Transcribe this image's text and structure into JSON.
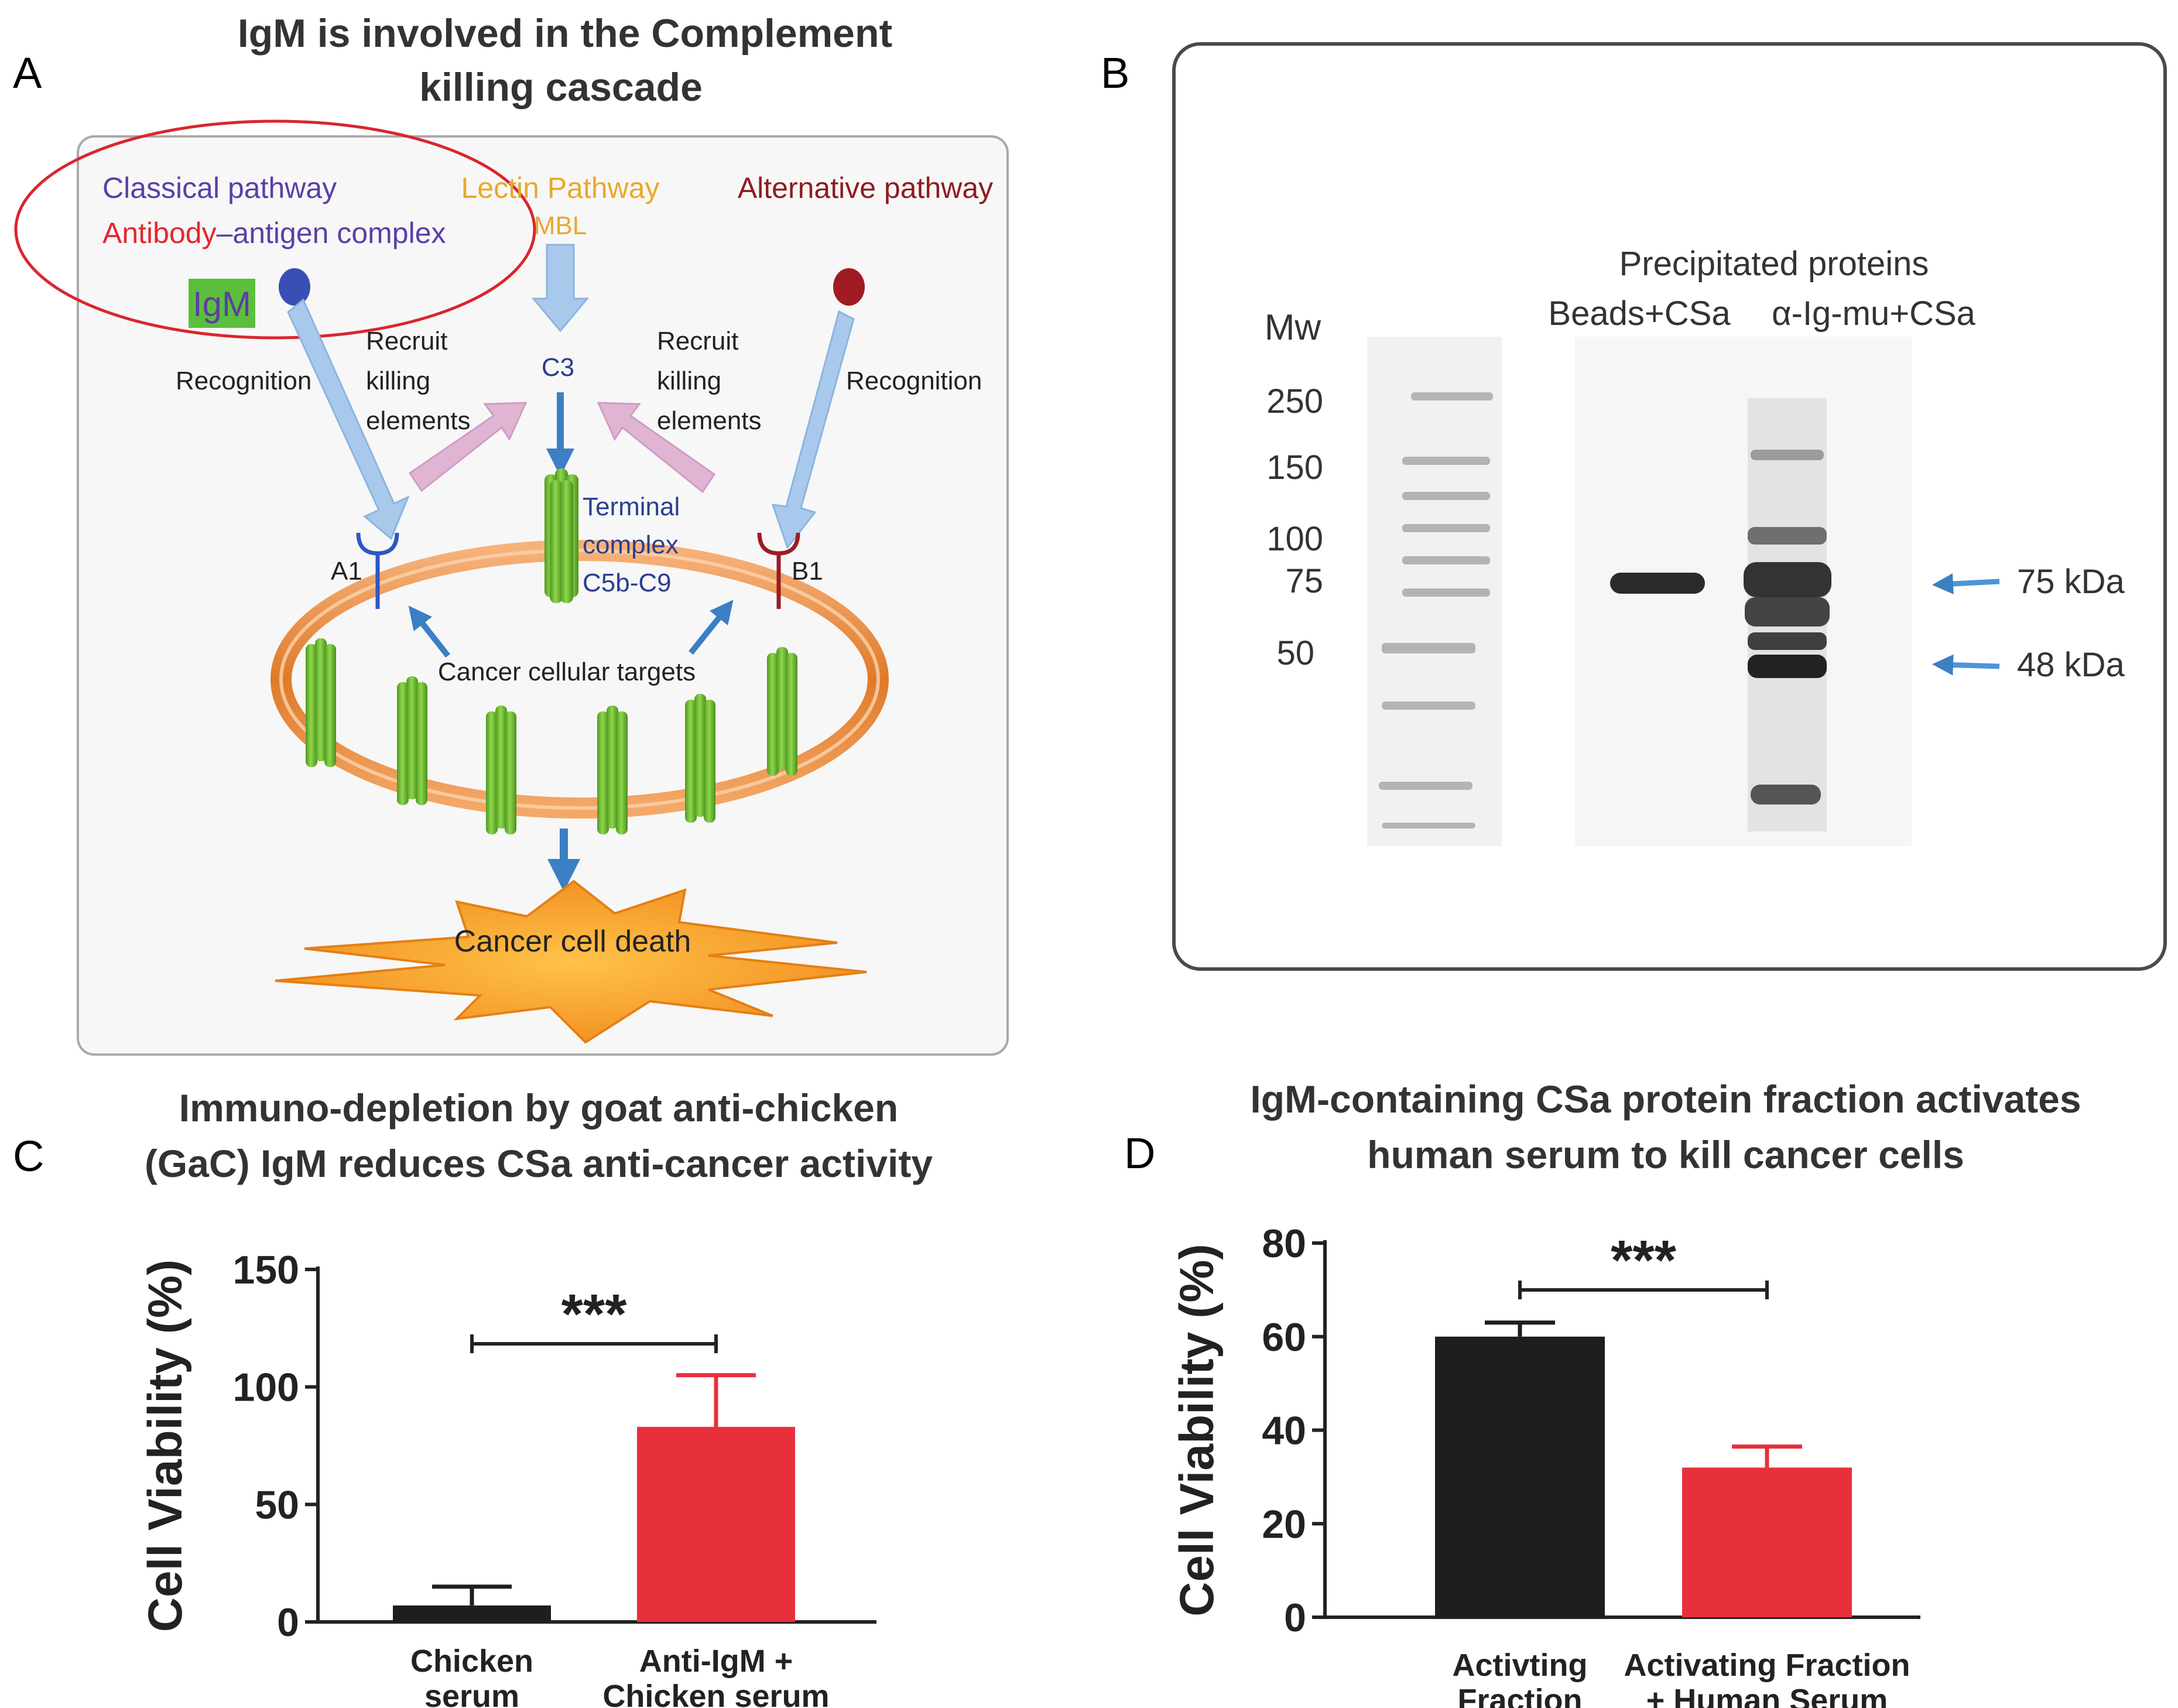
{
  "panels": {
    "A": {
      "letter": "A",
      "title": [
        "IgM is involved in the Complement",
        "killing cascade"
      ],
      "classical": "Classical pathway",
      "antibody": "Antibody",
      "antigen_complex": "–antigen complex",
      "igm": "IgM",
      "lectin": "Lectin Pathway",
      "mbl": "MBL",
      "alternative": "Alternative  pathway",
      "recognition_left": "Recognition",
      "recognition_right": "Recognition",
      "recruit_left": [
        "Recruit",
        "killing",
        "elements"
      ],
      "recruit_right": [
        "Recruit",
        "killing",
        "elements"
      ],
      "c3": "C3",
      "terminal": [
        "Terminal",
        "complex",
        "C5b-C9"
      ],
      "a1": "A1",
      "b1": "B1",
      "targets": "Cancer cellular targets",
      "death": "Cancer cell death",
      "colors": {
        "classical": "#5b3fa6",
        "antibody": "#e6262e",
        "lectin": "#e8a92c",
        "alternative": "#8e1b1f"
      }
    },
    "B": {
      "letter": "B",
      "precip": "Precipitated proteins",
      "lane1": "Beads+CSa",
      "lane2": "α-Ig-mu+CSa",
      "mw": "Mw",
      "mw_markers": [
        "250",
        "150",
        "100",
        "75",
        "50"
      ],
      "arrow1": "75 kDa",
      "arrow2": "48 kDa"
    },
    "C": {
      "letter": "C",
      "title": [
        "Immuno-depletion by goat anti-chicken",
        "(GaC) IgM reduces CSa anti-cancer activity"
      ]
    },
    "D": {
      "letter": "D",
      "title": [
        "IgM-containing CSa protein fraction activates",
        "human serum to kill cancer cells"
      ]
    }
  },
  "chart_data": [
    {
      "type": "bar",
      "ylabel": "Cell Viability (%)",
      "ylim": [
        0,
        150
      ],
      "yticks": [
        "0",
        "50",
        "100",
        "150"
      ],
      "categories": [
        [
          "Chicken",
          "serum"
        ],
        [
          "Anti-IgM +",
          "Chicken serum"
        ]
      ],
      "values": [
        7,
        83
      ],
      "errors": [
        8,
        22
      ],
      "colors": [
        "#1e1e1e",
        "#e8303a"
      ],
      "significance": "***"
    },
    {
      "type": "bar",
      "ylabel": "Cell Viability (%)",
      "ylim": [
        0,
        80
      ],
      "yticks": [
        "0",
        "20",
        "40",
        "60",
        "80"
      ],
      "categories": [
        [
          "Activting",
          "Fraction"
        ],
        [
          "Activating Fraction",
          "+ Human Serum"
        ]
      ],
      "values": [
        60,
        32
      ],
      "errors": [
        3,
        4.5
      ],
      "colors": [
        "#1e1e1e",
        "#e8303a"
      ],
      "significance": "***"
    }
  ]
}
